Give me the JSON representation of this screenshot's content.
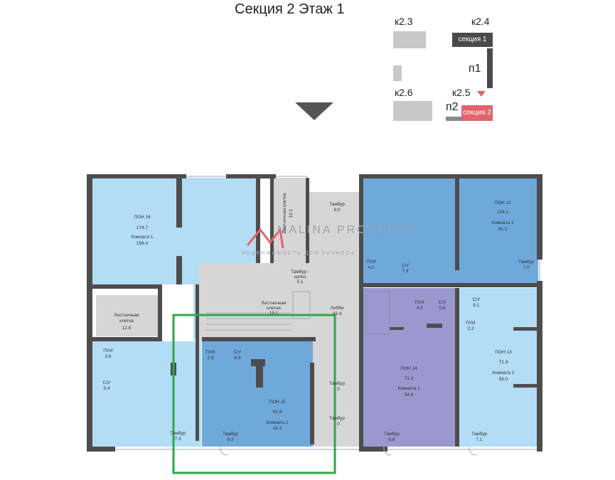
{
  "title": "Секция 2 Этаж  1",
  "key": {
    "k23": "к2.3",
    "k24": "к2.4",
    "k26": "к2.6",
    "k25": "к2.5",
    "p1": "п1",
    "p2": "п2",
    "section1": "секция 1",
    "section2": "секция 2"
  },
  "watermark": {
    "brand": "MALINA PROPERTY",
    "tagline": "НЕДВИЖИМОСТЬ ДЛЯ БИЗНЕСА"
  },
  "rooms": {
    "pon16_title": "ПОН 16",
    "pon16_area": "174.7",
    "pon16_room": "Комната 1",
    "pon16_room_area": "156.4",
    "stair_left": "Лестничная",
    "stair_left2": "клетка",
    "stair_left_area": "12.8",
    "pui_left": "ПУИ",
    "pui_left_area": "3.6",
    "su_left": "С/У",
    "su_left_area": "5.4",
    "tambur_left": "Тамбур",
    "tambur_left_area": "7.3",
    "stair_vert": "Лестничная клетка",
    "stair_vert_area": "10.1",
    "tambur_top": "Тамбур",
    "tambur_top_area": "8.0",
    "tambur_shluz": "Тамбур -",
    "tambur_shluz2": "шлюз",
    "tambur_shluz_area": "5.1",
    "stair_center": "Лестничная",
    "stair_center2": "клетка",
    "stair_center_area": "19.1",
    "lobby": "Лобби",
    "lobby_area": "33.4",
    "pui15": "ПУИ",
    "pui15_area": "2.9",
    "su15": "С/У",
    "su15_area": "6.3",
    "pon15_title": "ПОН 15",
    "pon15_area": "60.8",
    "pon15_room": "Комната 1",
    "pon15_room_area": "42.3",
    "tambur15": "Тамбур",
    "tambur15_area": "9.3",
    "tambur_c1": "Тамбур",
    "tambur_c1_area": "5",
    "tambur_c2": "Тамбур",
    "tambur_c2_area": "0",
    "pon12_title": "ПОН 12",
    "pon12_area": "104.1",
    "pon12_room": "Комната 1",
    "pon12_room_area": "85.2",
    "pui12": "ПУИ",
    "pui12_area": "4.0",
    "su12": "С/У",
    "su12_area": "7.9",
    "tambur12": "Тамбур",
    "tambur12_area": "7.0",
    "pui14": "ПУИ",
    "pui14_area": "4.3",
    "su14": "С/У",
    "su14_area": "5.6",
    "pon14_title": "ПОН 14",
    "pon14_area": "71.3",
    "pon14_room": "Комната 1",
    "pon14_room_area": "54.6",
    "tambur14": "Тамбур",
    "tambur14_area": "6.8",
    "su13": "С/У",
    "su13_area": "6.1",
    "pui13": "ПУИ",
    "pui13_area": "2.2",
    "pon13_title": "ПОН 13",
    "pon13_area": "71.4",
    "pon13_room": "Комната 1",
    "pon13_room_area": "56.0",
    "tambur13": "Тамбур",
    "tambur13_area": "7.1"
  },
  "colors": {
    "light_blue": "#b3dcf5",
    "mid_blue": "#6fa9dc",
    "purple": "#9a98cf",
    "grey_core": "#d6d6d6",
    "wall": "#4d4d4d",
    "highlight": "#2ea84a",
    "section2_badge": "#e2646a",
    "section1_badge": "#4a4a4a"
  }
}
